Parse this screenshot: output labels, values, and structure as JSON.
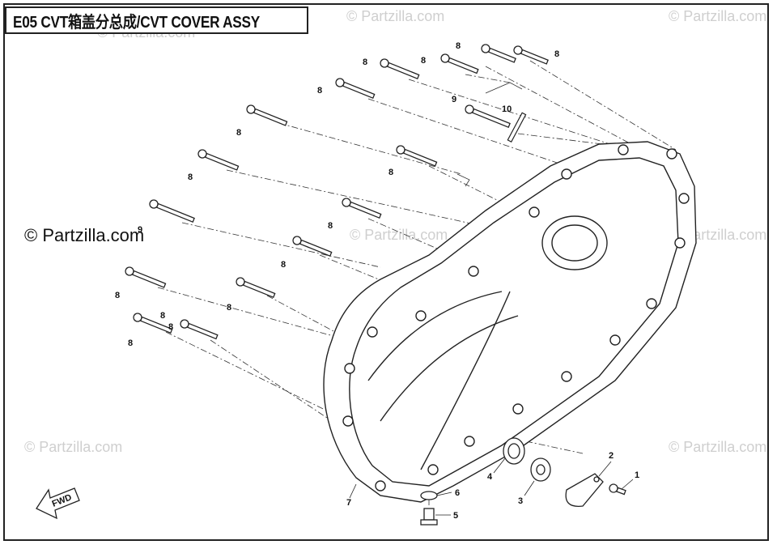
{
  "title": "E05 CVT箱盖分总成/CVT COVER ASSY",
  "copyright": "© Partzilla.com",
  "watermark": "© Partzilla.com",
  "fwd_label": "FWD",
  "callouts": [
    {
      "label": "8"
    },
    {
      "label": "8"
    },
    {
      "label": "8"
    },
    {
      "label": "8"
    },
    {
      "label": "8"
    },
    {
      "label": "9"
    },
    {
      "label": "10"
    },
    {
      "label": "8"
    },
    {
      "label": "8"
    },
    {
      "label": "8"
    },
    {
      "label": "8"
    },
    {
      "label": "9"
    },
    {
      "label": "8"
    },
    {
      "label": "8"
    },
    {
      "label": "8"
    },
    {
      "label": "8"
    },
    {
      "label": "8"
    },
    {
      "label": "8"
    },
    {
      "label": "7"
    },
    {
      "label": "6"
    },
    {
      "label": "5"
    },
    {
      "label": "4"
    },
    {
      "label": "3"
    },
    {
      "label": "2"
    },
    {
      "label": "1"
    }
  ]
}
